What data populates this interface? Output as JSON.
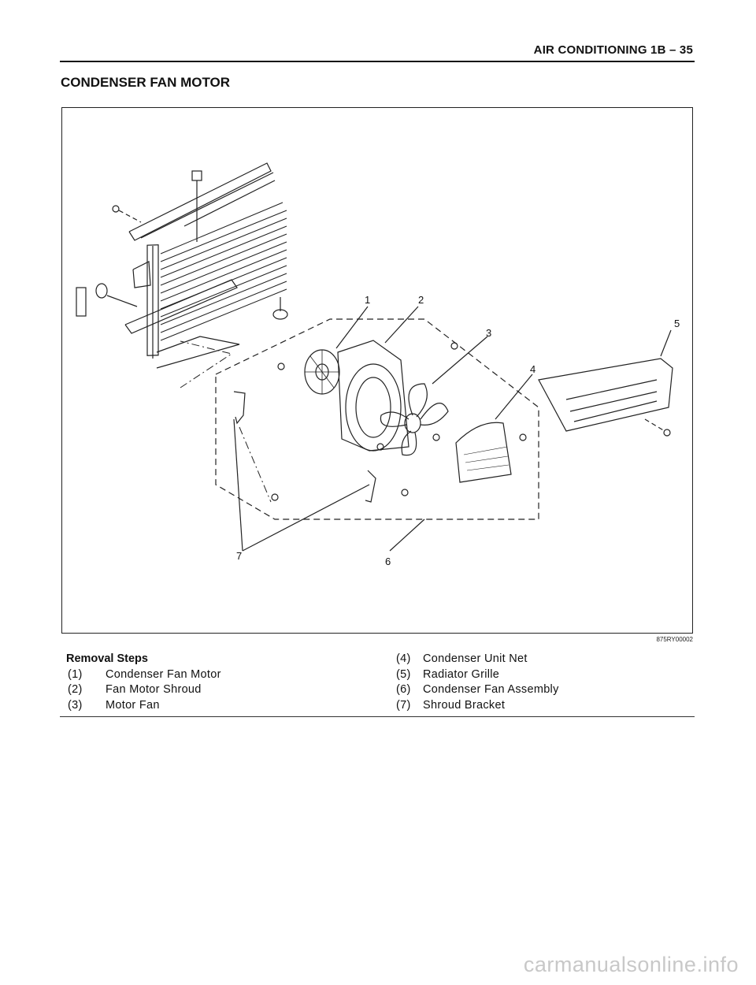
{
  "header": {
    "title": "AIR CONDITIONING  1B – 35"
  },
  "page_title": "CONDENSER FAN MOTOR",
  "figure": {
    "id": "875RY00002",
    "callouts": [
      "1",
      "2",
      "3",
      "4",
      "5",
      "6",
      "7"
    ]
  },
  "removal_steps": {
    "heading": "Removal Steps",
    "items": [
      {
        "num": "(1)",
        "label": "Condenser Fan Motor"
      },
      {
        "num": "(2)",
        "label": "Fan Motor Shroud"
      },
      {
        "num": "(3)",
        "label": "Motor Fan"
      },
      {
        "num": "(4)",
        "label": "Condenser Unit Net"
      },
      {
        "num": "(5)",
        "label": "Radiator Grille"
      },
      {
        "num": "(6)",
        "label": "Condenser Fan Assembly"
      },
      {
        "num": "(7)",
        "label": "Shroud Bracket"
      }
    ]
  },
  "watermark": "carmanualsonline.info"
}
